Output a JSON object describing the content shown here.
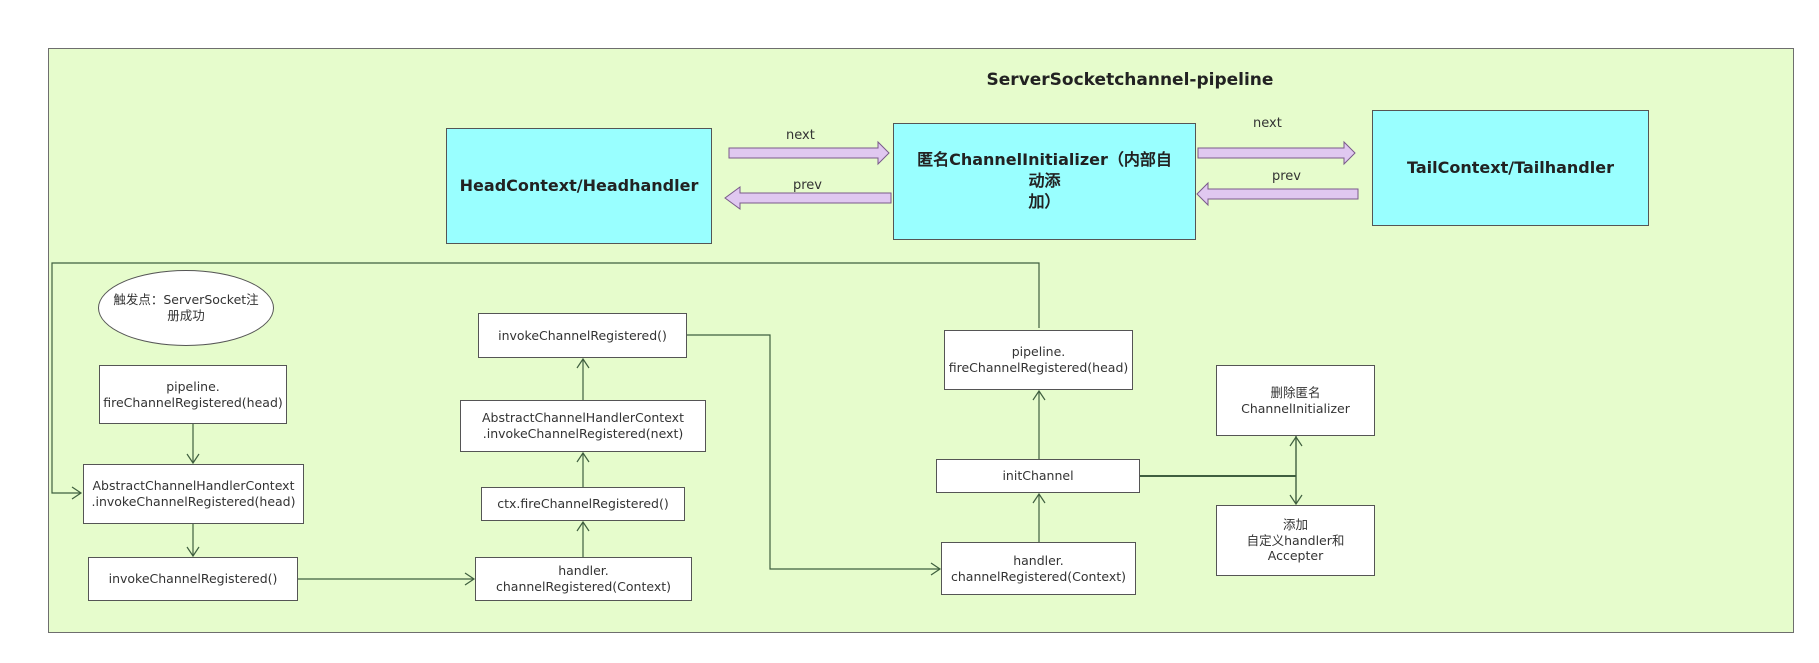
{
  "title": "ServerSocketchannel-pipeline",
  "pipeline": {
    "head": "HeadContext/Headhandler",
    "middle": "匿名ChannelInitializer（内部自动添\n加）",
    "tail": "TailContext/Tailhandler",
    "next_label_1": "next",
    "prev_label_1": "prev",
    "next_label_2": "next",
    "prev_label_2": "prev"
  },
  "flow": {
    "trigger": "触发点：ServerSocket注\n册成功",
    "fire_head_left": "pipeline.\nfireChannelRegistered(head)",
    "abs_invoke_head": "AbstractChannelHandlerContext\n.invokeChannelRegistered(head)",
    "invoke_registered_1": "invokeChannelRegistered()",
    "handler_registered_1": "handler.\nchannelRegistered(Context)",
    "ctx_fire": "ctx.fireChannelRegistered()",
    "abs_invoke_next": "AbstractChannelHandlerContext\n.invokeChannelRegistered(next)",
    "invoke_registered_2": "invokeChannelRegistered()",
    "handler_registered_2": "handler.\nchannelRegistered(Context)",
    "init_channel": "initChannel",
    "fire_head_right": "pipeline.\nfireChannelRegistered(head)",
    "remove_initializer": "删除匿名\nChannelInitializer",
    "add_handler": "添加\n自定义handler和\nAccepter"
  },
  "colors": {
    "background": "#e6fccc",
    "context_fill": "#99ffff",
    "arrow_fill": "#e0c8f0",
    "line": "#3f5f3f"
  }
}
